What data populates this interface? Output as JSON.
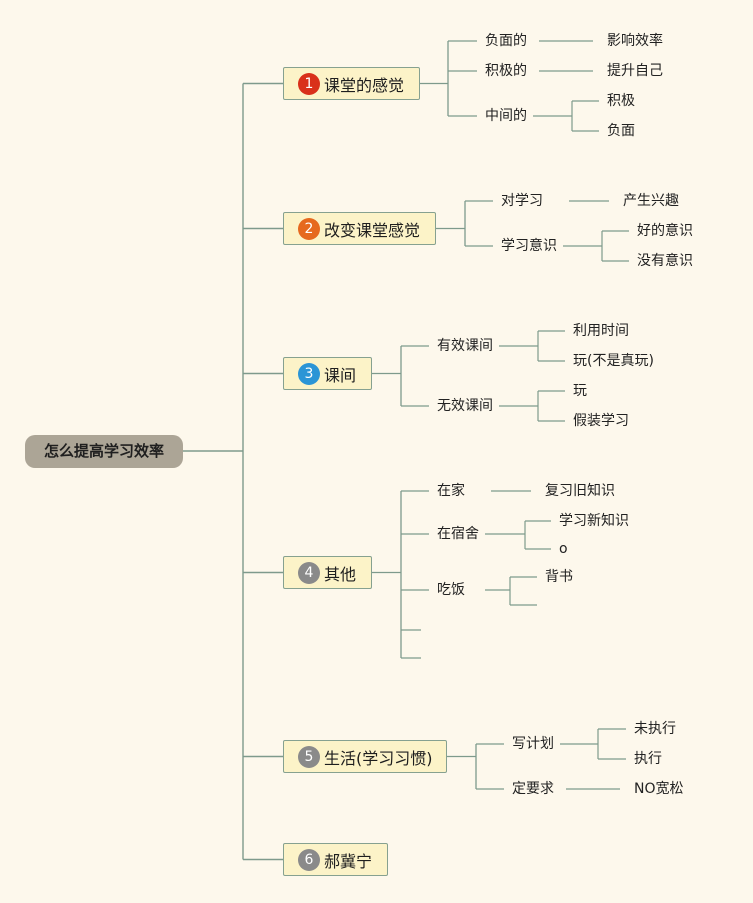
{
  "root": "怎么提高学习效率",
  "colors": {
    "line": "#7e9a8c",
    "topic_bg": "#fcf3c8",
    "root_bg": "#aca596"
  },
  "topics": [
    {
      "num": "1",
      "label": "课堂的感觉",
      "badge_color": "#d9301a",
      "children": [
        {
          "label": "负面的",
          "children": [
            "影响效率"
          ]
        },
        {
          "label": "积极的",
          "children": [
            "提升自己"
          ]
        },
        {
          "label": "中间的",
          "children": [
            "积极",
            "负面"
          ]
        }
      ]
    },
    {
      "num": "2",
      "label": "改变课堂感觉",
      "badge_color": "#e6691e",
      "children": [
        {
          "label": "对学习",
          "children": [
            "产生兴趣"
          ]
        },
        {
          "label": "学习意识",
          "children": [
            "好的意识",
            "没有意识"
          ]
        }
      ]
    },
    {
      "num": "3",
      "label": "课间",
      "badge_color": "#2b95d6",
      "children": [
        {
          "label": "有效课间",
          "children": [
            "利用时间",
            "玩(不是真玩)"
          ]
        },
        {
          "label": "无效课间",
          "children": [
            "玩",
            "假装学习"
          ]
        }
      ]
    },
    {
      "num": "4",
      "label": "其他",
      "badge_color": "#8a8a8a",
      "children": [
        {
          "label": "在家",
          "children": [
            "复习旧知识"
          ]
        },
        {
          "label": "在宿舍",
          "children": [
            "学习新知识",
            "o"
          ]
        },
        {
          "label": "吃饭",
          "children": [
            "背书",
            ""
          ]
        },
        {
          "label": "",
          "children": []
        },
        {
          "label": "",
          "children": []
        }
      ]
    },
    {
      "num": "5",
      "label": "生活(学习习惯)",
      "badge_color": "#8a8a8a",
      "children": [
        {
          "label": "写计划",
          "children": [
            "未执行",
            "执行"
          ]
        },
        {
          "label": "定要求",
          "children": [
            "NO宽松"
          ]
        }
      ]
    },
    {
      "num": "6",
      "label": "郝冀宁",
      "badge_color": "#8a8a8a",
      "children": []
    }
  ]
}
